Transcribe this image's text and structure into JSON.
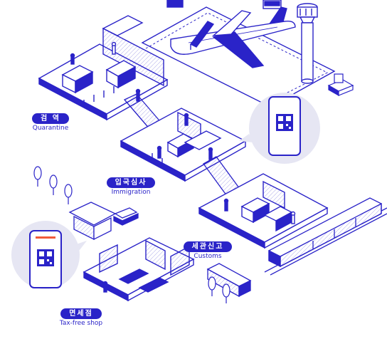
{
  "colors": {
    "ink": "#2a23c8",
    "paper": "#ffffff",
    "bubble": "#e6e6f3"
  },
  "stations": {
    "quarantine": {
      "ko": "검 역",
      "en": "Quarantine"
    },
    "immigration": {
      "ko": "입국심사",
      "en": "Immigration"
    },
    "customs": {
      "ko": "세관신고",
      "en": "Customs"
    },
    "dutyfree": {
      "ko": "면세점",
      "en": "Tax-free shop"
    }
  },
  "icons": [
    "qr-phone-icon",
    "airplane-icon",
    "control-tower-icon",
    "escalator-icon",
    "train-icon",
    "bus-icon",
    "car-icon",
    "tree-icon"
  ]
}
